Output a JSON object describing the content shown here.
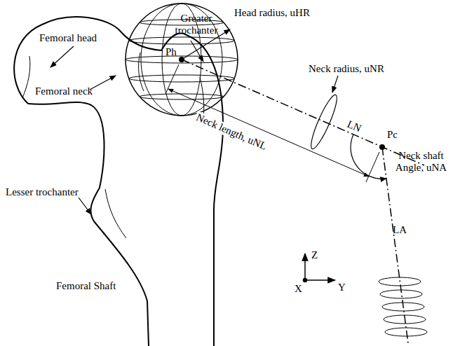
{
  "diagram": {
    "labels": [
      "Femoral head",
      "Greater trochanter",
      "Femoral neck",
      "Lesser trochanter",
      "Femoral Shaft",
      "Head radius, uHR",
      "Ph",
      "Neck radius, uNR",
      "LN",
      "Pc",
      "Neck length, uNL",
      "Neck shaft Angle, uNA",
      "LA",
      "Z",
      "Y",
      "X"
    ]
  }
}
